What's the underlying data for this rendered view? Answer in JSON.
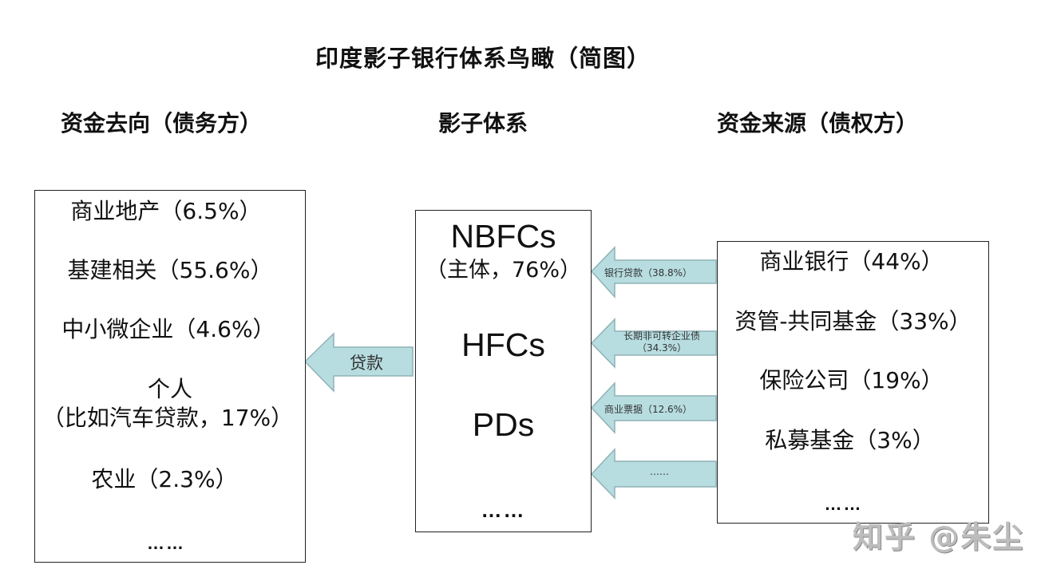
{
  "title": "印度影子银行体系鸟瞰（简图）",
  "columns": {
    "left": "资金去向（债务方）",
    "middle": "影子体系",
    "right": "资金来源（债权方）"
  },
  "left_box": {
    "items": [
      "商业地产（6.5%）",
      "基建相关（55.6%）",
      "中小微企业（4.6%）",
      "个人",
      "（比如汽车贷款，17%）",
      "农业（2.3%）",
      "……"
    ]
  },
  "middle_box": {
    "items": [
      {
        "name": "NBFCs",
        "note": "（主体，76%）"
      },
      {
        "name": "HFCs"
      },
      {
        "name": "PDs"
      },
      {
        "name": "……"
      }
    ]
  },
  "right_box": {
    "items": [
      "商业银行（44%）",
      "资管-共同基金（33%）",
      "保险公司（19%）",
      "私募基金（3%）",
      "……"
    ]
  },
  "outflow_arrow": {
    "label": "贷款"
  },
  "inflow_arrows": [
    {
      "label": "银行贷款（38.8%）"
    },
    {
      "label": "长期非可转企业债",
      "label2": "（34.3%）"
    },
    {
      "label": "商业票据（12.6%）"
    },
    {
      "label": "……"
    }
  ],
  "colors": {
    "arrow_fill": "#b7dde0",
    "arrow_stroke": "#8fb2b6",
    "box_border": "#222222"
  },
  "watermark": "知乎 @朱尘"
}
